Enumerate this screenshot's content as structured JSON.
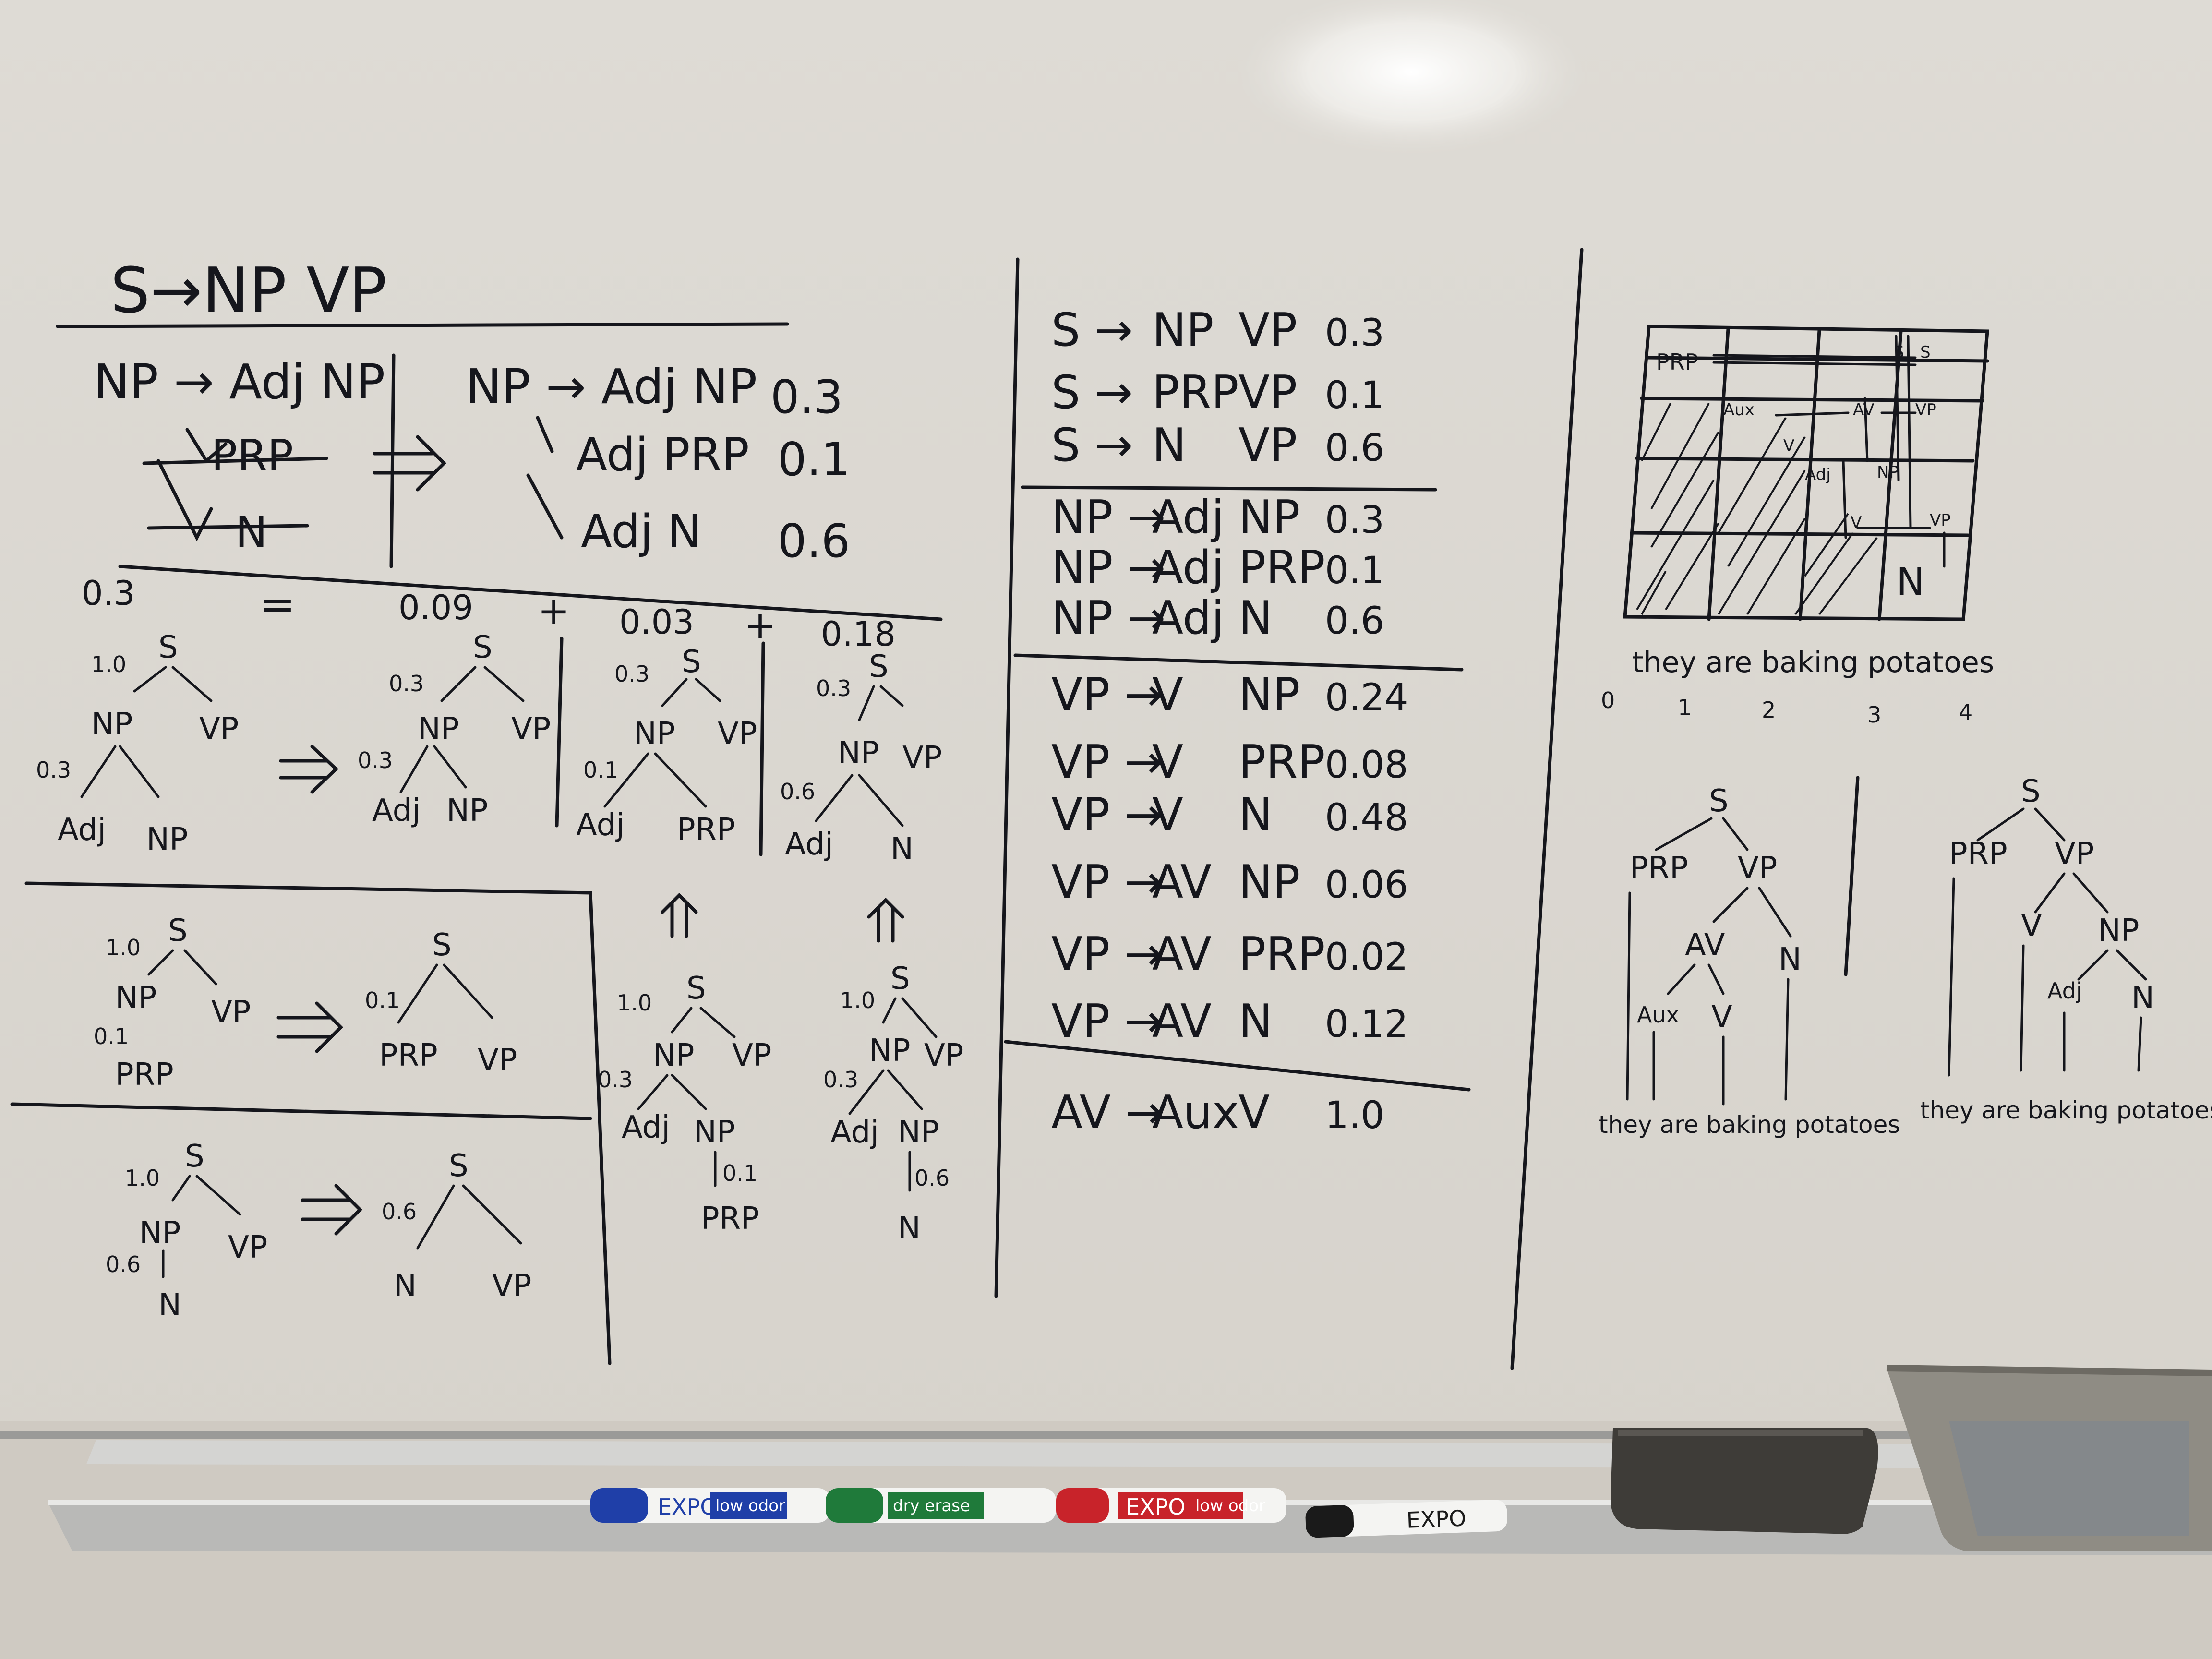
{
  "left": {
    "heading": "S→NP VP",
    "lhs_rules": [
      "NP → Adj NP",
      "PRP",
      "N"
    ],
    "rhs_rules": [
      {
        "rule": "NP → Adj NP",
        "prob": "0.3"
      },
      {
        "rule": "Adj PRP",
        "prob": "0.1"
      },
      {
        "rule": "Adj N",
        "prob": "0.6"
      }
    ],
    "equation": {
      "lhs": "0.3",
      "eq": "=",
      "t1": "0.09",
      "plus1": "+",
      "t2": "0.03",
      "plus2": "+",
      "t3": "0.18"
    },
    "tree_a": {
      "S": "S",
      "NP": "NP",
      "VP": "VP",
      "Adj": "Adj",
      "NP2": "NP",
      "p1": "1.0",
      "p2": "0.3"
    },
    "tree_b": {
      "S": "S",
      "NP": "NP",
      "VP": "VP",
      "Adj": "Adj",
      "NP2": "NP",
      "p1": "0.3",
      "p2": "0.3"
    },
    "tree_c": {
      "S": "S",
      "NP": "NP",
      "VP": "VP",
      "Adj": "Adj",
      "PRP": "PRP",
      "p1": "0.3",
      "p2": "0.1"
    },
    "tree_d": {
      "S": "S",
      "NP": "NP",
      "VP": "VP",
      "Adj": "Adj",
      "N": "N",
      "p1": "0.3",
      "p2": "0.6"
    },
    "box1": {
      "S": "S",
      "NP": "NP",
      "VP": "VP",
      "PRP": "PRP",
      "p1": "1.0",
      "p2": "0.1",
      "r_prob": "0.1",
      "rS": "S",
      "rPRP": "PRP",
      "rVP": "VP"
    },
    "box2": {
      "S": "S",
      "NP": "NP",
      "VP": "VP",
      "N": "N",
      "p1": "1.0",
      "p2": "0.6",
      "r_prob": "0.6",
      "rS": "S",
      "rN": "N",
      "rVP": "VP"
    },
    "tree_e": {
      "S": "S",
      "NP": "NP",
      "VP": "VP",
      "Adj": "Adj",
      "NP2": "NP",
      "PRP": "PRP",
      "p1": "1.0",
      "p2": "0.3",
      "p3": "0.1"
    },
    "tree_f": {
      "S": "S",
      "NP": "NP",
      "VP": "VP",
      "Adj": "Adj",
      "NP2": "NP",
      "N": "N",
      "p1": "1.0",
      "p2": "0.3",
      "p3": "0.6"
    }
  },
  "middle": {
    "groups": [
      [
        {
          "lhs": "S",
          "rhs1": "NP",
          "rhs2": "VP",
          "prob": "0.3"
        },
        {
          "lhs": "S",
          "rhs1": "PRP",
          "rhs2": "VP",
          "prob": "0.1"
        },
        {
          "lhs": "S",
          "rhs1": "N",
          "rhs2": "VP",
          "prob": "0.6"
        }
      ],
      [
        {
          "lhs": "NP",
          "rhs1": "Adj",
          "rhs2": "NP",
          "prob": "0.3"
        },
        {
          "lhs": "NP",
          "rhs1": "Adj",
          "rhs2": "PRP",
          "prob": "0.1"
        },
        {
          "lhs": "NP",
          "rhs1": "Adj",
          "rhs2": "N",
          "prob": "0.6"
        }
      ],
      [
        {
          "lhs": "VP",
          "rhs1": "V",
          "rhs2": "NP",
          "prob": "0.24"
        },
        {
          "lhs": "VP",
          "rhs1": "V",
          "rhs2": "PRP",
          "prob": "0.08"
        },
        {
          "lhs": "VP",
          "rhs1": "V",
          "rhs2": "N",
          "prob": "0.48"
        },
        {
          "lhs": "VP",
          "rhs1": "AV",
          "rhs2": "NP",
          "prob": "0.06"
        },
        {
          "lhs": "VP",
          "rhs1": "AV",
          "rhs2": "PRP",
          "prob": "0.02"
        },
        {
          "lhs": "VP",
          "rhs1": "AV",
          "rhs2": "N",
          "prob": "0.12"
        }
      ],
      [
        {
          "lhs": "AV",
          "rhs1": "Aux",
          "rhs2": "V",
          "prob": "1.0"
        }
      ]
    ],
    "arrow": "→"
  },
  "right": {
    "chart_cells": {
      "prp": "PRP",
      "s1": "S",
      "s2": "S",
      "aux": "Aux",
      "av": "AV",
      "vp1": "VP",
      "v1": "V",
      "adj": "Adj",
      "np": "NP",
      "v2": "V",
      "vp2": "VP",
      "n": "N"
    },
    "sentence": "they are baking potatoes",
    "indices": [
      "0",
      "1",
      "2",
      "3",
      "4"
    ],
    "tree1": {
      "S": "S",
      "PRP": "PRP",
      "VP": "VP",
      "AV": "AV",
      "N": "N",
      "Aux": "Aux",
      "V": "V",
      "words": "they are baking potatoes"
    },
    "tree2": {
      "S": "S",
      "PRP": "PRP",
      "VP": "VP",
      "V": "V",
      "NP": "NP",
      "Adj": "Adj",
      "N": "N",
      "words": "they are baking potatoes"
    }
  },
  "tray": {
    "markers": [
      {
        "brand": "EXPO",
        "tag": "low odor",
        "color": "#1f3fa8"
      },
      {
        "brand": "dry erase",
        "tag": "",
        "color": "#1f7a3a"
      },
      {
        "brand": "EXPO",
        "tag": "low odor",
        "color": "#c8232a"
      },
      {
        "brand": "EXPO",
        "tag": "",
        "color": "#1a1a1a"
      }
    ]
  }
}
